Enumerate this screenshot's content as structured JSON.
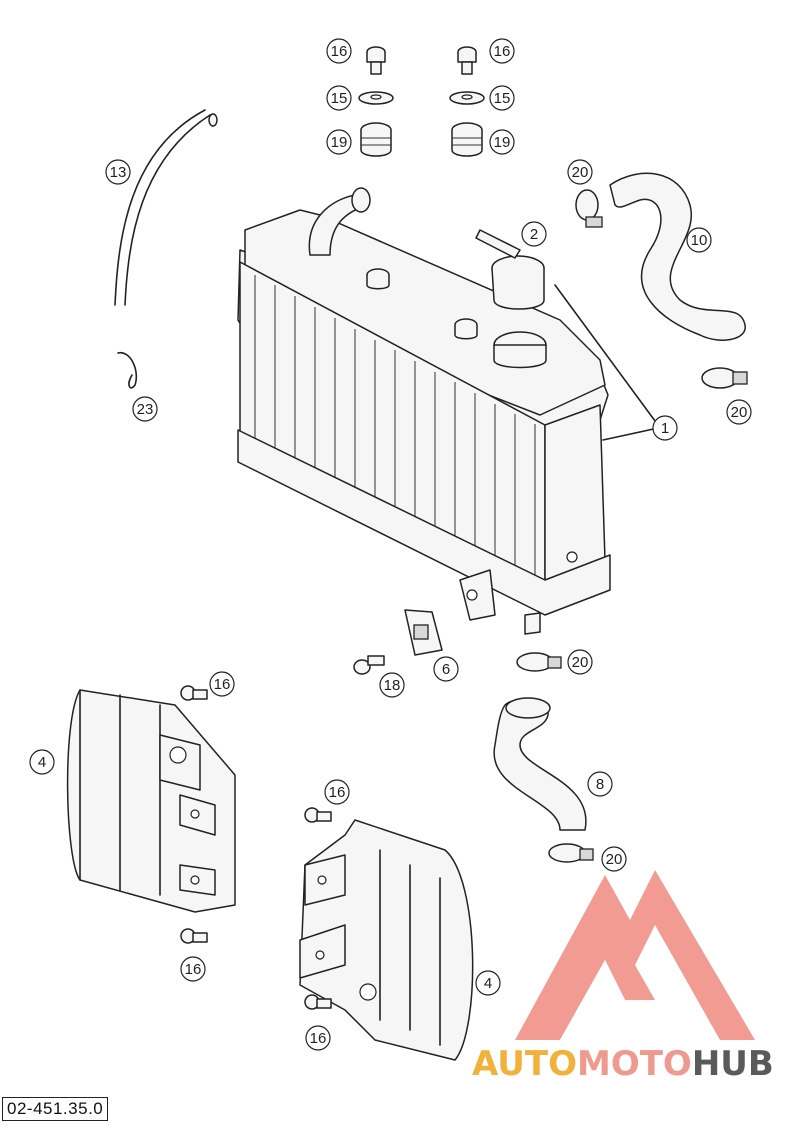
{
  "diagram": {
    "callouts": [
      {
        "id": "c1",
        "text": "1"
      },
      {
        "id": "c2",
        "text": "2"
      },
      {
        "id": "c4a",
        "text": "4"
      },
      {
        "id": "c4b",
        "text": "4"
      },
      {
        "id": "c6",
        "text": "6"
      },
      {
        "id": "c8",
        "text": "8"
      },
      {
        "id": "c10",
        "text": "10"
      },
      {
        "id": "c13",
        "text": "13"
      },
      {
        "id": "c15a",
        "text": "15"
      },
      {
        "id": "c15b",
        "text": "15"
      },
      {
        "id": "c16a",
        "text": "16"
      },
      {
        "id": "c16b",
        "text": "16"
      },
      {
        "id": "c16c",
        "text": "16"
      },
      {
        "id": "c16d",
        "text": "16"
      },
      {
        "id": "c16e",
        "text": "16"
      },
      {
        "id": "c16f",
        "text": "16"
      },
      {
        "id": "c18",
        "text": "18"
      },
      {
        "id": "c19a",
        "text": "19"
      },
      {
        "id": "c19b",
        "text": "19"
      },
      {
        "id": "c20a",
        "text": "20"
      },
      {
        "id": "c20b",
        "text": "20"
      },
      {
        "id": "c20c",
        "text": "20"
      },
      {
        "id": "c20d",
        "text": "20"
      },
      {
        "id": "c23",
        "text": "23"
      }
    ],
    "drawing_code": "02-451.35.0"
  },
  "watermark": {
    "part1": "AUTO",
    "part2": "MOTO",
    "part3": "HUB",
    "colors": {
      "auto": "#f2b13a",
      "moto": "#ef9a8e",
      "hub": "#5a5a5a",
      "triangle": "#ef8a80"
    }
  }
}
